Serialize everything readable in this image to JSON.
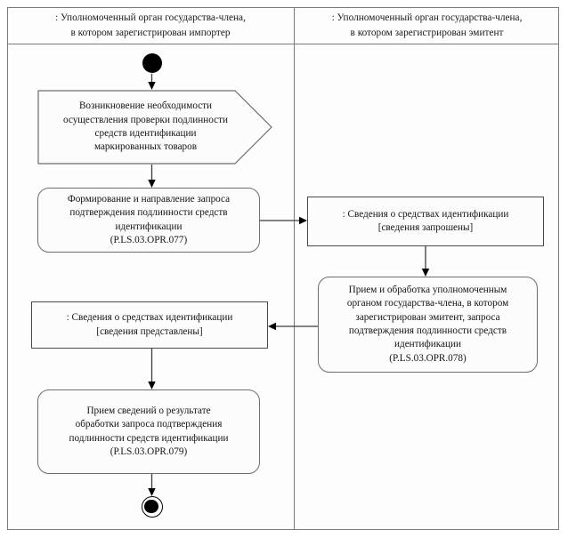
{
  "diagram": {
    "type": "uml-activity-diagram",
    "title_visible": false,
    "lanes": [
      {
        "id": "lane-importer",
        "header": ": Уполномоченный орган государства-члена, в котором зарегистрирован импортер",
        "header_line1": ": Уполномоченный орган государства-члена,",
        "header_line2": "в котором зарегистрирован импортер"
      },
      {
        "id": "lane-emitent",
        "header": ": Уполномоченный орган государства-члена, в котором зарегистрирован эмитент",
        "header_line1": ": Уполномоченный орган государства-члена,",
        "header_line2": "в котором зарегистрирован эмитент"
      }
    ],
    "nodes": {
      "start": {
        "kind": "initial-node",
        "lane": "lane-importer"
      },
      "signal_receipt": {
        "kind": "signal-receipt",
        "lane": "lane-importer",
        "text": "Возникновение необходимости осуществления проверки подлинности средств идентификации маркированных товаров",
        "lines": [
          "Возникновение необходимости",
          "осуществления проверки подлинности",
          "средств идентификации",
          "маркированных товаров"
        ]
      },
      "activity_077": {
        "kind": "activity",
        "lane": "lane-importer",
        "text": "Формирование и направление запроса подтверждения подлинности средств идентификации (P.LS.03.OPR.077)",
        "lines": [
          "Формирование и направление запроса",
          "подтверждения подлинности средств",
          "идентификации",
          "(P.LS.03.OPR.077)"
        ],
        "code": "P.LS.03.OPR.077"
      },
      "object_requested": {
        "kind": "object-node",
        "lane": "lane-emitent",
        "text": ": Сведения о средствах идентификации [сведения запрошены]",
        "lines": [
          ": Сведения о средствах идентификации",
          "[сведения запрошены]"
        ],
        "state": "[сведения запрошены]"
      },
      "activity_078": {
        "kind": "activity",
        "lane": "lane-emitent",
        "text": "Прием и обработка уполномоченным органом государства-члена, в котором зарегистрирован эмитент, запроса подтверждения подлинности средств идентификации (P.LS.03.OPR.078)",
        "lines": [
          "Прием и обработка уполномоченным",
          "органом государства-члена, в котором",
          "зарегистрирован эмитент, запроса",
          "подтверждения подлинности средств",
          "идентификации",
          "(P.LS.03.OPR.078)"
        ],
        "code": "P.LS.03.OPR.078"
      },
      "object_provided": {
        "kind": "object-node",
        "lane": "lane-importer",
        "text": ": Сведения о средствах идентификации [сведения представлены]",
        "lines": [
          ": Сведения о средствах идентификации",
          "[сведения представлены]"
        ],
        "state": "[сведения представлены]"
      },
      "activity_079": {
        "kind": "activity",
        "lane": "lane-importer",
        "text": "Прием сведений о результате обработки запроса подтверждения подлинности средств идентификации (P.LS.03.OPR.079)",
        "lines": [
          "Прием сведений о результате",
          "обработки запроса подтверждения",
          "подлинности средств идентификации",
          "(P.LS.03.OPR.079)"
        ],
        "code": "P.LS.03.OPR.079"
      },
      "end": {
        "kind": "final-node",
        "lane": "lane-importer"
      }
    },
    "edges": [
      {
        "from": "start",
        "to": "signal_receipt",
        "direction": "down"
      },
      {
        "from": "signal_receipt",
        "to": "activity_077",
        "direction": "down"
      },
      {
        "from": "activity_077",
        "to": "object_requested",
        "direction": "right"
      },
      {
        "from": "object_requested",
        "to": "activity_078",
        "direction": "down"
      },
      {
        "from": "activity_078",
        "to": "object_provided",
        "direction": "left"
      },
      {
        "from": "object_provided",
        "to": "activity_079",
        "direction": "down"
      },
      {
        "from": "activity_079",
        "to": "end",
        "direction": "down"
      }
    ],
    "colors": {
      "frame_border": "#7a7a7a",
      "node_border": "#6e6e6e",
      "object_border": "#4a4a4a",
      "edge": "#3c3c3c",
      "marker": "#000000",
      "background": "#ffffff",
      "node_fill": "#fcfcfc"
    }
  }
}
